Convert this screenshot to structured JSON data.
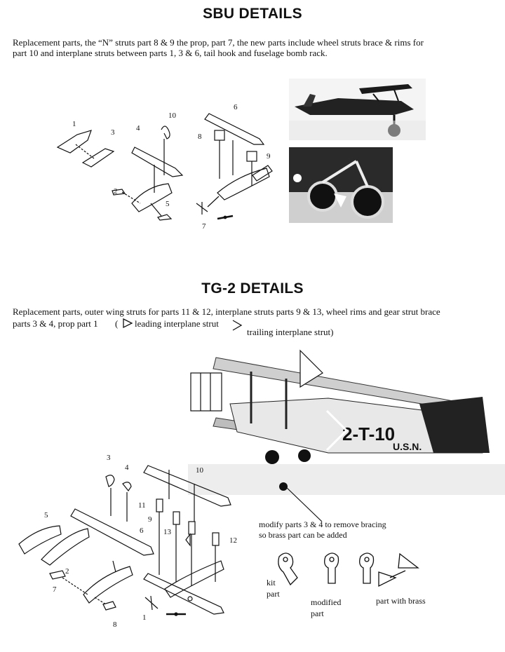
{
  "sbu": {
    "title": "SBU DETAILS",
    "intro_line1": "Replacement parts,  the “N” struts part  8 & 9  the prop, part 7, the new parts include wheel struts brace &  rims for",
    "intro_line2": "part 10 and interplane struts between parts 1, 3 & 6, tail hook and fuselage bomb rack.",
    "part_labels": [
      "1",
      "2",
      "3",
      "4",
      "5",
      "6",
      "7",
      "8",
      "9",
      "10"
    ]
  },
  "tg2": {
    "title": "TG-2  DETAILS",
    "intro_line1": "Replacement parts,  outer wing struts for parts 11 & 12,  interplane struts parts 9 & 13, wheel rims and gear strut brace",
    "intro_line2_a": "parts 3 & 4, prop part 1",
    "intro_line2_b": "leading interplane strut",
    "intro_line3": "trailing interplane strut)",
    "paren_open": "(",
    "part_labels": [
      "1",
      "2",
      "3",
      "4",
      "5",
      "6",
      "7",
      "8",
      "9",
      "10",
      "11",
      "12",
      "13"
    ],
    "photo_marking_a": "2-T-10",
    "photo_marking_b": "U.S.N.",
    "modify_note_line1": "modify parts 3 & 4 to remove bracing",
    "modify_note_line2": "so brass part can be added",
    "kit_part_line1": "kit",
    "kit_part_line2": "part",
    "modified_part_line1": "modified",
    "modified_part_line2": "part",
    "brass_part": "part with brass"
  }
}
